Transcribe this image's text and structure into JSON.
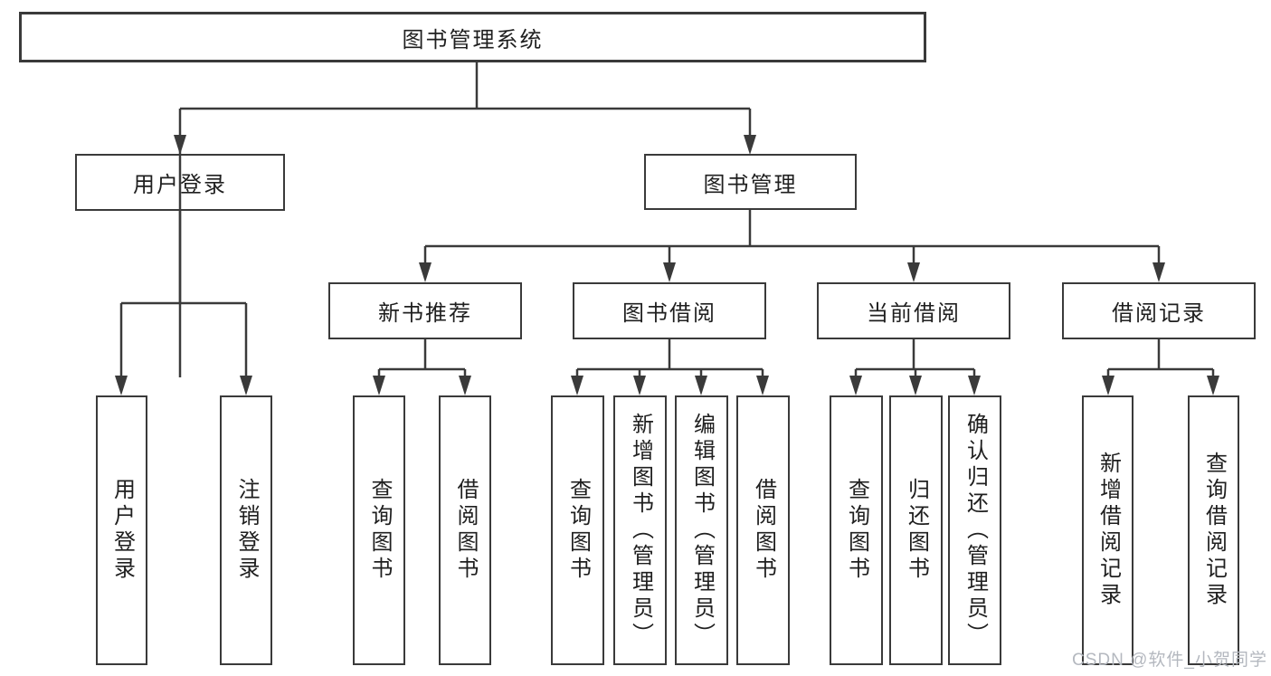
{
  "diagram": {
    "type": "hierarchy",
    "title": "图书管理系统",
    "nodes": {
      "root": {
        "label": "图书管理系统"
      },
      "user_login": {
        "label": "用户登录"
      },
      "book_mgmt": {
        "label": "图书管理"
      },
      "new_book_rec": {
        "label": "新书推荐"
      },
      "book_borrow": {
        "label": "图书借阅"
      },
      "current_borrow": {
        "label": "当前借阅"
      },
      "borrow_record": {
        "label": "借阅记录"
      },
      "login": {
        "label": "用户登录"
      },
      "logout": {
        "label": "注销登录"
      },
      "rec_query_book": {
        "label": "查询图书"
      },
      "rec_borrow_book": {
        "label": "借阅图书"
      },
      "bb_query_book": {
        "label": "查询图书"
      },
      "bb_add_book": {
        "label": "新增图书（管理员）"
      },
      "bb_edit_book": {
        "label": "编辑图书（管理员）"
      },
      "bb_borrow_book": {
        "label": "借阅图书"
      },
      "cb_query_book": {
        "label": "查询图书"
      },
      "cb_return_book": {
        "label": "归还图书"
      },
      "cb_confirm_return": {
        "label": "确认归还（管理员）"
      },
      "br_add_record": {
        "label": "新增借阅记录"
      },
      "br_query_record": {
        "label": "查询借阅记录"
      }
    },
    "edges": [
      {
        "from": "root",
        "to": "user_login"
      },
      {
        "from": "root",
        "to": "book_mgmt"
      },
      {
        "from": "user_login",
        "to": "login"
      },
      {
        "from": "user_login",
        "to": "logout"
      },
      {
        "from": "book_mgmt",
        "to": "new_book_rec"
      },
      {
        "from": "book_mgmt",
        "to": "book_borrow"
      },
      {
        "from": "book_mgmt",
        "to": "current_borrow"
      },
      {
        "from": "book_mgmt",
        "to": "borrow_record"
      },
      {
        "from": "new_book_rec",
        "to": "rec_query_book"
      },
      {
        "from": "new_book_rec",
        "to": "rec_borrow_book"
      },
      {
        "from": "book_borrow",
        "to": "bb_query_book"
      },
      {
        "from": "book_borrow",
        "to": "bb_add_book"
      },
      {
        "from": "book_borrow",
        "to": "bb_edit_book"
      },
      {
        "from": "book_borrow",
        "to": "bb_borrow_book"
      },
      {
        "from": "current_borrow",
        "to": "cb_query_book"
      },
      {
        "from": "current_borrow",
        "to": "cb_return_book"
      },
      {
        "from": "current_borrow",
        "to": "cb_confirm_return"
      },
      {
        "from": "borrow_record",
        "to": "br_add_record"
      },
      {
        "from": "borrow_record",
        "to": "br_query_record"
      }
    ]
  },
  "watermark": {
    "text": "CSDN @软件_小贺同学"
  },
  "colors": {
    "line": "#3a3a3a",
    "text": "#1f1f1f",
    "watermark": "#b4b8bf",
    "background": "#ffffff"
  }
}
